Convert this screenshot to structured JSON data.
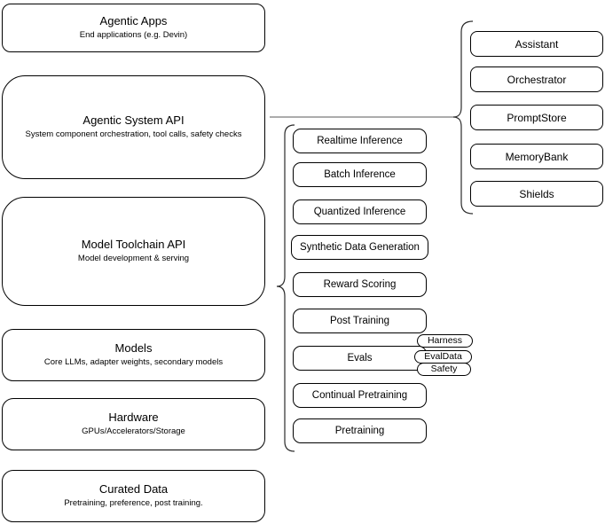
{
  "diagram": {
    "stack": [
      {
        "title": "Agentic Apps",
        "subtitle": "End applications (e.g. Devin)"
      },
      {
        "title": "Agentic System API",
        "subtitle": "System component orchestration, tool calls, safety checks"
      },
      {
        "title": "Model Toolchain API",
        "subtitle": "Model development & serving"
      },
      {
        "title": "Models",
        "subtitle": "Core LLMs, adapter weights, secondary models"
      },
      {
        "title": "Hardware",
        "subtitle": "GPUs/Accelerators/Storage"
      },
      {
        "title": "Curated Data",
        "subtitle": "Pretraining, preference, post training."
      }
    ],
    "toolchain_items": [
      "Realtime Inference",
      "Batch Inference",
      "Quantized Inference",
      "Synthetic Data Generation",
      "Reward Scoring",
      "Post Training",
      "Evals",
      "Continual Pretraining",
      "Pretraining"
    ],
    "eval_tags": [
      "Harness",
      "EvalData",
      "Safety"
    ],
    "system_components": [
      "Assistant",
      "Orchestrator",
      "PromptStore",
      "MemoryBank",
      "Shields"
    ],
    "colors": {
      "stroke": "#000000",
      "background": "#ffffff",
      "connector": "#5a5a5a"
    }
  }
}
